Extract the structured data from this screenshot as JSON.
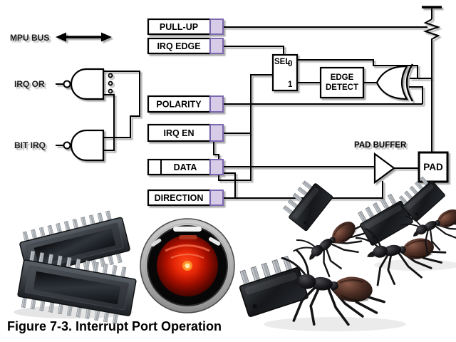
{
  "caption": "Figure 7-3. Interrupt Port Operation",
  "diagram": {
    "mpu_bus_label": "MPU BUS",
    "irq_or_label": "IRQ OR",
    "bit_irq_label": "BIT IRQ",
    "registers": [
      {
        "label": "PULL-UP"
      },
      {
        "label": "IRQ EDGE"
      },
      {
        "label": "POLARITY"
      },
      {
        "label": "IRQ EN"
      },
      {
        "label": "DATA"
      },
      {
        "label": "DIRECTION"
      }
    ],
    "sel": {
      "title": "SEL",
      "input0": "0",
      "input1": "1"
    },
    "edge_detect": {
      "line1": "EDGE",
      "line2": "DETECT"
    },
    "pad_buffer_label": "PAD BUFFER",
    "pad_label": "PAD",
    "colors": {
      "wire": "#000000",
      "register_fill": "#ffffff",
      "chip_fill": "#d6cce8",
      "chip_border": "#7b68b0"
    }
  },
  "images": {
    "dip_chips": "dip-chip-packages-photo",
    "hal_eye": "red-camera-eye-photo",
    "ants": "ants-carrying-chips-photo"
  }
}
